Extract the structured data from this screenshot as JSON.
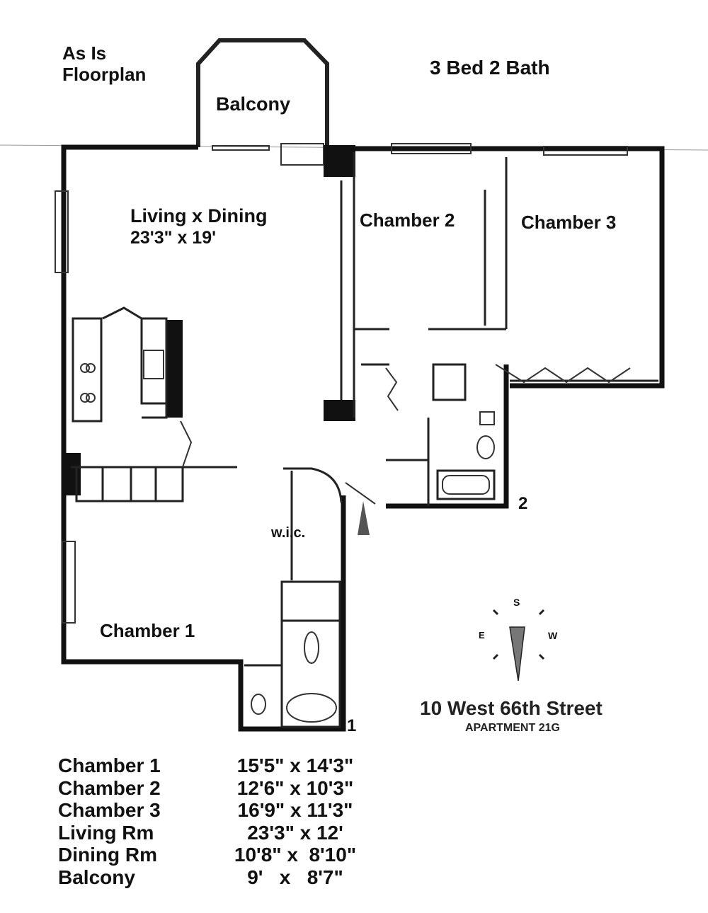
{
  "header": {
    "title_line1": "As Is",
    "title_line2": "Floorplan",
    "summary": "3 Bed 2 Bath"
  },
  "rooms": {
    "balcony": "Balcony",
    "living_dining": "Living x Dining",
    "living_dining_size": "23'3\" x 19'",
    "chamber2": "Chamber 2",
    "chamber3": "Chamber 3",
    "chamber1": "Chamber 1",
    "wic": "w.i.c."
  },
  "bath_labels": {
    "bath1": "1",
    "bath2": "2"
  },
  "compass": {
    "s": "S",
    "e": "E",
    "w": "W"
  },
  "address": {
    "street": "10 West 66th Street",
    "apartment": "APARTMENT 21G"
  },
  "dimensions": [
    {
      "room": "Chamber 1",
      "size": "15'5\" x 14'3\""
    },
    {
      "room": "Chamber 2",
      "size": "12'6\" x 10'3\""
    },
    {
      "room": "Chamber 3",
      "size": "16'9\" x 11'3\""
    },
    {
      "room": "Living Rm",
      "size": "23'3\" x 12'"
    },
    {
      "room": "Dining Rm",
      "size": "10'8\" x  8'10\""
    },
    {
      "room": "Balcony",
      "size": "9'   x   8'7\""
    }
  ]
}
